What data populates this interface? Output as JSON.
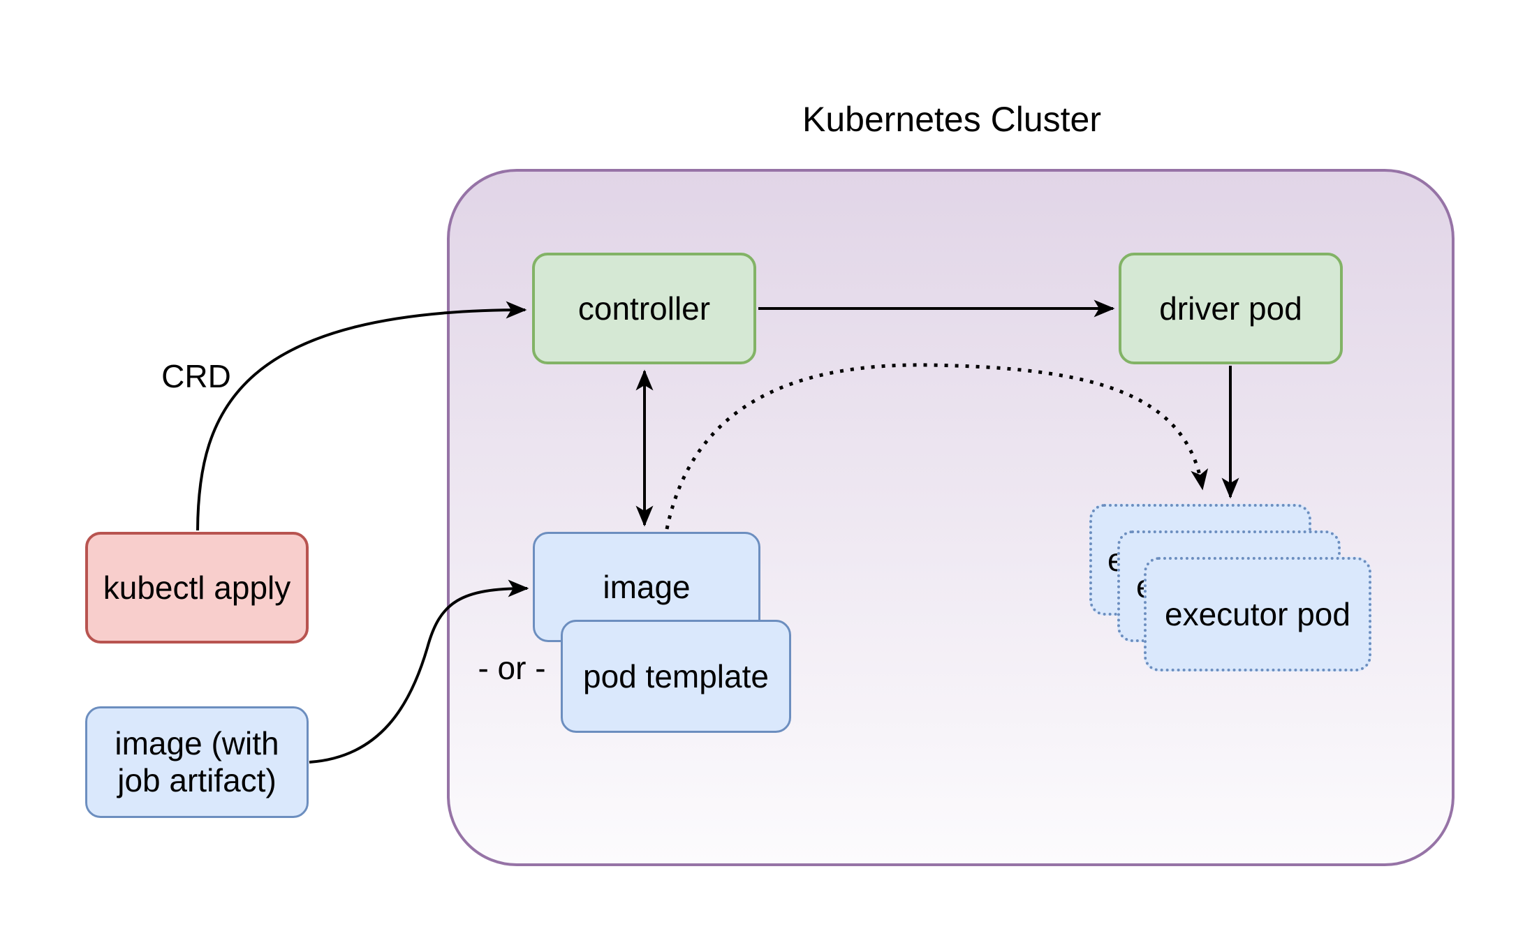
{
  "colors": {
    "green_fill": "#d5e8d4",
    "green_stroke": "#82b366",
    "blue_fill": "#dae8fc",
    "blue_stroke": "#6c8ebf",
    "red_fill": "#f8cecc",
    "red_stroke": "#b85450",
    "purple_stroke": "#9673a6",
    "purple_fill_top": "#e1d5e7",
    "purple_fill_bottom": "#fcfbfd",
    "arrow": "#000000"
  },
  "diagram": {
    "title": "Kubernetes Cluster",
    "nodes": {
      "kubectl_apply": {
        "label": "kubectl apply"
      },
      "image_artifact": {
        "label": "image (with job artifact)"
      },
      "controller": {
        "label": "controller"
      },
      "driver_pod": {
        "label": "driver pod"
      },
      "image": {
        "label": "image"
      },
      "pod_template": {
        "label": "pod template"
      },
      "executor_pod": {
        "label": "executor pod"
      }
    },
    "edge_labels": {
      "crd": "CRD",
      "or": "- or -"
    }
  }
}
